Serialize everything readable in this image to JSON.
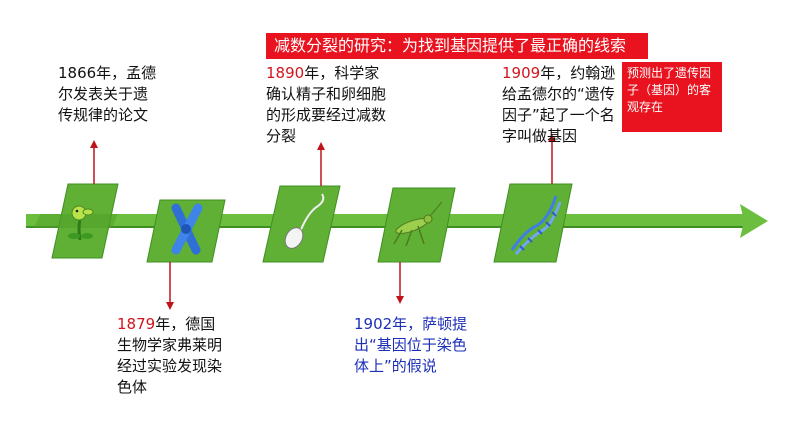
{
  "banner": {
    "text": "减数分裂的研究：为找到基因提供了最正确的线索"
  },
  "note": {
    "text": "预测出了遗传因子（基因）的客观存在"
  },
  "events": {
    "e1866": {
      "text": "1866年，孟德尔发表关于遗传规律的论文"
    },
    "e1879": {
      "year": "1879",
      "rest": "年，德国生物学家弗莱明经过实验发现染色体"
    },
    "e1890": {
      "year": "1890",
      "rest": "年，科学家确认精子和卵细胞的形成要经过减数分裂"
    },
    "e1902": {
      "text": "1902年，萨顿提出“基因位于染色体上”的假说"
    },
    "e1909": {
      "year": "1909",
      "rest": "年，约翰逊给孟德尔的“遗传因子”起了一个名字叫做基因"
    }
  },
  "colors": {
    "timeline_green": "#6cbf3e",
    "timeline_dark": "#3f8f22",
    "accent_red": "#e8131f",
    "connector_red": "#c0141a",
    "blue_text": "#1c2fb8"
  },
  "icons": [
    "pea-plant-icon",
    "chromosome-icon",
    "sperm-icon",
    "grasshopper-icon",
    "dna-helix-icon"
  ]
}
